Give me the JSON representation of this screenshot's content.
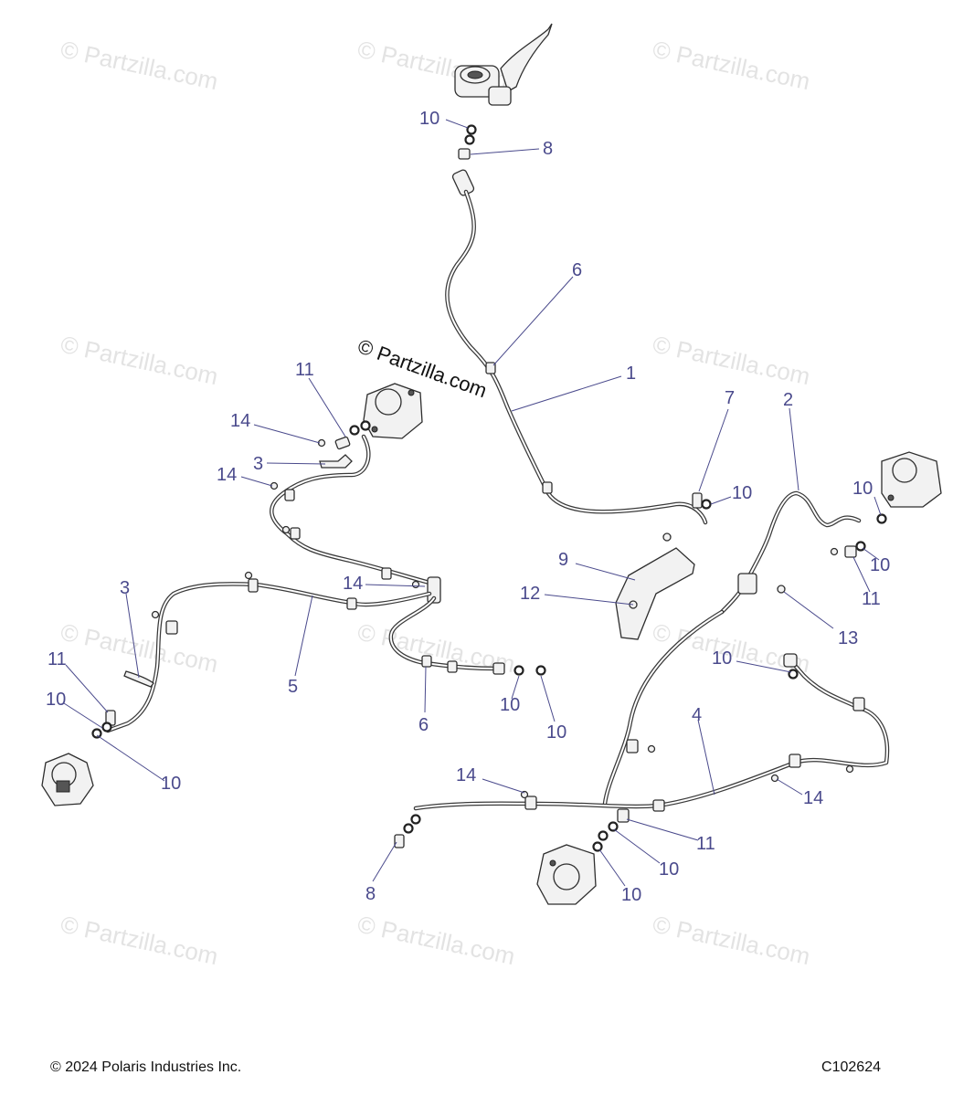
{
  "watermark": {
    "text": "© Partzilla.com"
  },
  "stamp": {
    "text": "© Partzilla.com"
  },
  "footer": {
    "copyright": "© 2024 Polaris Industries Inc.",
    "code": "C102624"
  },
  "callouts": [
    {
      "id": "c01",
      "label": "10"
    },
    {
      "id": "c02",
      "label": "8"
    },
    {
      "id": "c03",
      "label": "6"
    },
    {
      "id": "c04",
      "label": "1"
    },
    {
      "id": "c05",
      "label": "11"
    },
    {
      "id": "c06",
      "label": "14"
    },
    {
      "id": "c07",
      "label": "3"
    },
    {
      "id": "c08",
      "label": "14"
    },
    {
      "id": "c09",
      "label": "7"
    },
    {
      "id": "c10",
      "label": "10"
    },
    {
      "id": "c11",
      "label": "2"
    },
    {
      "id": "c12",
      "label": "10"
    },
    {
      "id": "c13",
      "label": "10"
    },
    {
      "id": "c14",
      "label": "11"
    },
    {
      "id": "c15",
      "label": "9"
    },
    {
      "id": "c16",
      "label": "12"
    },
    {
      "id": "c17",
      "label": "13"
    },
    {
      "id": "c18",
      "label": "14"
    },
    {
      "id": "c19",
      "label": "3"
    },
    {
      "id": "c20",
      "label": "5"
    },
    {
      "id": "c21",
      "label": "11"
    },
    {
      "id": "c22",
      "label": "10"
    },
    {
      "id": "c23",
      "label": "10"
    },
    {
      "id": "c24",
      "label": "6"
    },
    {
      "id": "c25",
      "label": "10"
    },
    {
      "id": "c26",
      "label": "10"
    },
    {
      "id": "c27",
      "label": "10"
    },
    {
      "id": "c28",
      "label": "4"
    },
    {
      "id": "c29",
      "label": "14"
    },
    {
      "id": "c30",
      "label": "14"
    },
    {
      "id": "c31",
      "label": "11"
    },
    {
      "id": "c32",
      "label": "10"
    },
    {
      "id": "c33",
      "label": "10"
    },
    {
      "id": "c34",
      "label": "8"
    }
  ]
}
